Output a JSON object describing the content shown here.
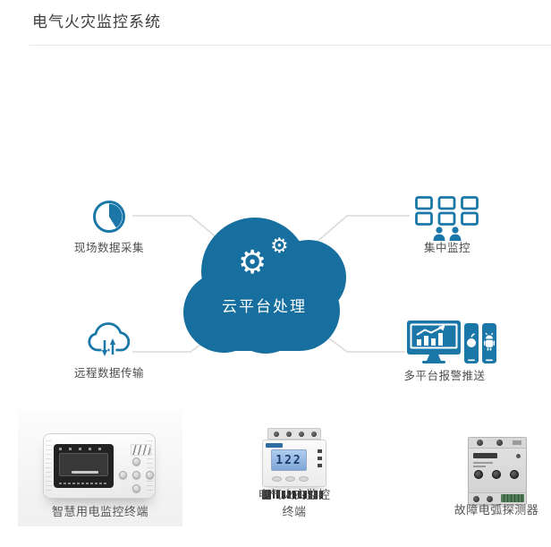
{
  "page": {
    "title": "电气火灾监控系统"
  },
  "colors": {
    "accent": "#1b77a8",
    "cloud_fill": "#166f9e",
    "connector": "#d9d9d9",
    "label_text": "#4f4f4f"
  },
  "diagram": {
    "center": {
      "label": "云平台处理",
      "icon": "gears-icon"
    },
    "nodes": [
      {
        "label": "现场数据采集",
        "icon": "clock-icon",
        "position": "top-left"
      },
      {
        "label": "集中监控",
        "icon": "monitor-grid-people-icon",
        "position": "top-right"
      },
      {
        "label": "远程数据传输",
        "icon": "cloud-transfer-icon",
        "position": "bottom-left"
      },
      {
        "label": "多平台报警推送",
        "icon": "multi-device-icon",
        "position": "bottom-right"
      }
    ]
  },
  "products": [
    {
      "name": "智慧用电监控终端"
    },
    {
      "name": "电气火灾监控终端",
      "screen_text": "122"
    },
    {
      "name": "故障电弧探测器"
    }
  ]
}
